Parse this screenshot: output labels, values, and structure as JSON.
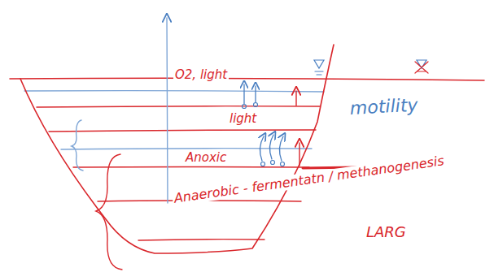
{
  "diagram": {
    "labels": [
      "O2, light",
      "light",
      "Anoxic",
      "Anaerobic - fermentatn / methanogenesis",
      "motility",
      "LARG"
    ]
  }
}
